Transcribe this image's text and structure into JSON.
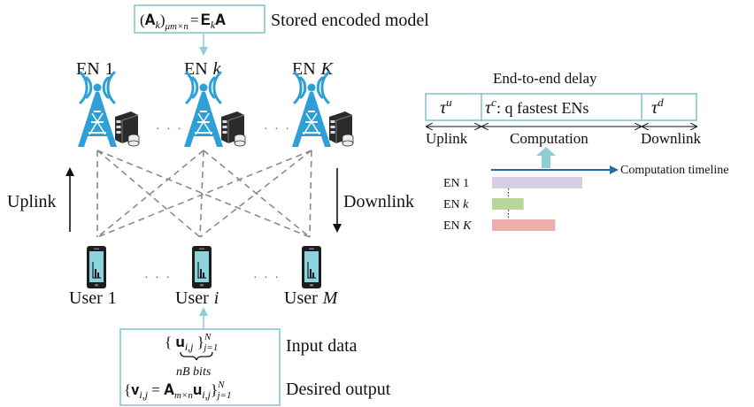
{
  "stored_model": {
    "formula_lhs": "(𝐀",
    "formula_lhs_sub": "k",
    "formula_lhs_close": ")",
    "formula_lhs_dims": "μm×n",
    "formula_eq": "=",
    "formula_rhs": "𝐄",
    "formula_rhs_sub": "k",
    "formula_rhs_tail": "𝐀",
    "label": "Stored encoded model"
  },
  "edge_nodes": [
    {
      "prefix": "EN",
      "index": "1"
    },
    {
      "prefix": "EN",
      "index": "k"
    },
    {
      "prefix": "EN",
      "index": "K"
    }
  ],
  "users": [
    {
      "prefix": "User",
      "index": "1"
    },
    {
      "prefix": "User",
      "index": "i"
    },
    {
      "prefix": "User",
      "index": "M"
    }
  ],
  "ellipsis": "· · ·",
  "uplink_label": "Uplink",
  "downlink_label": "Downlink",
  "input_data": {
    "label": "Input data",
    "vector": "𝐮",
    "vector_sub": "i,j",
    "range": "N",
    "range_from": "j=1",
    "underbrace": "nB  bits"
  },
  "desired_output": {
    "label": "Desired output",
    "lhs": "{𝐯",
    "lhs_sub": "i,j",
    "eq": " = 𝐀",
    "mat_sub": "m×n",
    "vec": "𝐮",
    "vec_sub": "i,j",
    "close": "}",
    "range": "N",
    "range_from": "j=1"
  },
  "delay": {
    "title": "End-to-end delay",
    "uplink_sym": "τ",
    "uplink_sup": "u",
    "comp_sym": "τ",
    "comp_sup": "c",
    "comp_text": ": q fastest ENs",
    "down_sym": "τ",
    "down_sup": "d",
    "seg_uplink": "Uplink",
    "seg_computation": "Computation",
    "seg_downlink": "Downlink"
  },
  "timeline": {
    "label": "Computation timeline",
    "rows": [
      {
        "label": "EN 1",
        "color": "#d8cde6",
        "duration": 1.0
      },
      {
        "label": "EN k",
        "color": "#b8d69a",
        "duration": 0.35
      },
      {
        "label": "EN K",
        "color": "#eab0ac",
        "duration": 0.7
      }
    ]
  },
  "colors": {
    "tower": "#2f9fd8",
    "box_border": "#7ec4cc",
    "arrow_accent": "#8ecfd6",
    "timeline_arrow": "#1f6fb0",
    "phone_screen": "#8dd3dd"
  }
}
